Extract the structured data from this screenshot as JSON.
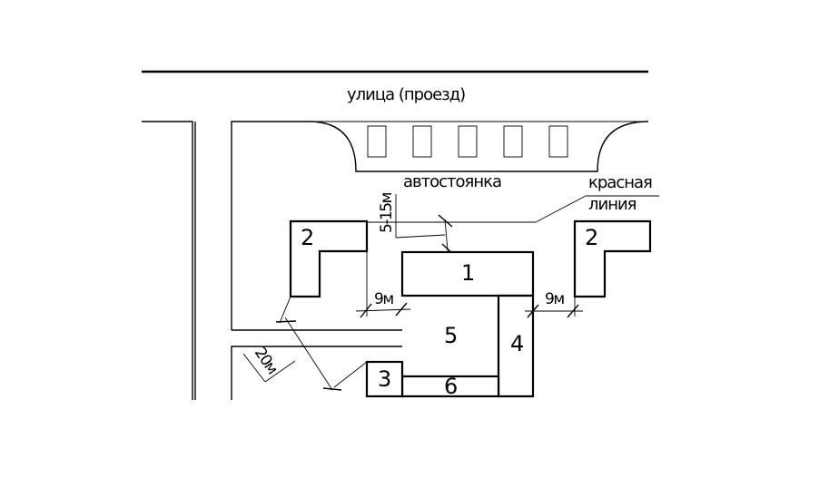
{
  "street_label": "улица (проезд)",
  "parking_label": "автостоянка",
  "red_line_label_1": "красная",
  "red_line_label_2": "линия",
  "dim_setback": "5-15м",
  "dim_gap_left": "9м",
  "dim_gap_right": "9м",
  "dim_diagonal": "20м",
  "buildings": {
    "b1": "1",
    "b2_left": "2",
    "b2_right": "2",
    "b3": "3",
    "b4": "4",
    "b5": "5",
    "b6": "6"
  }
}
